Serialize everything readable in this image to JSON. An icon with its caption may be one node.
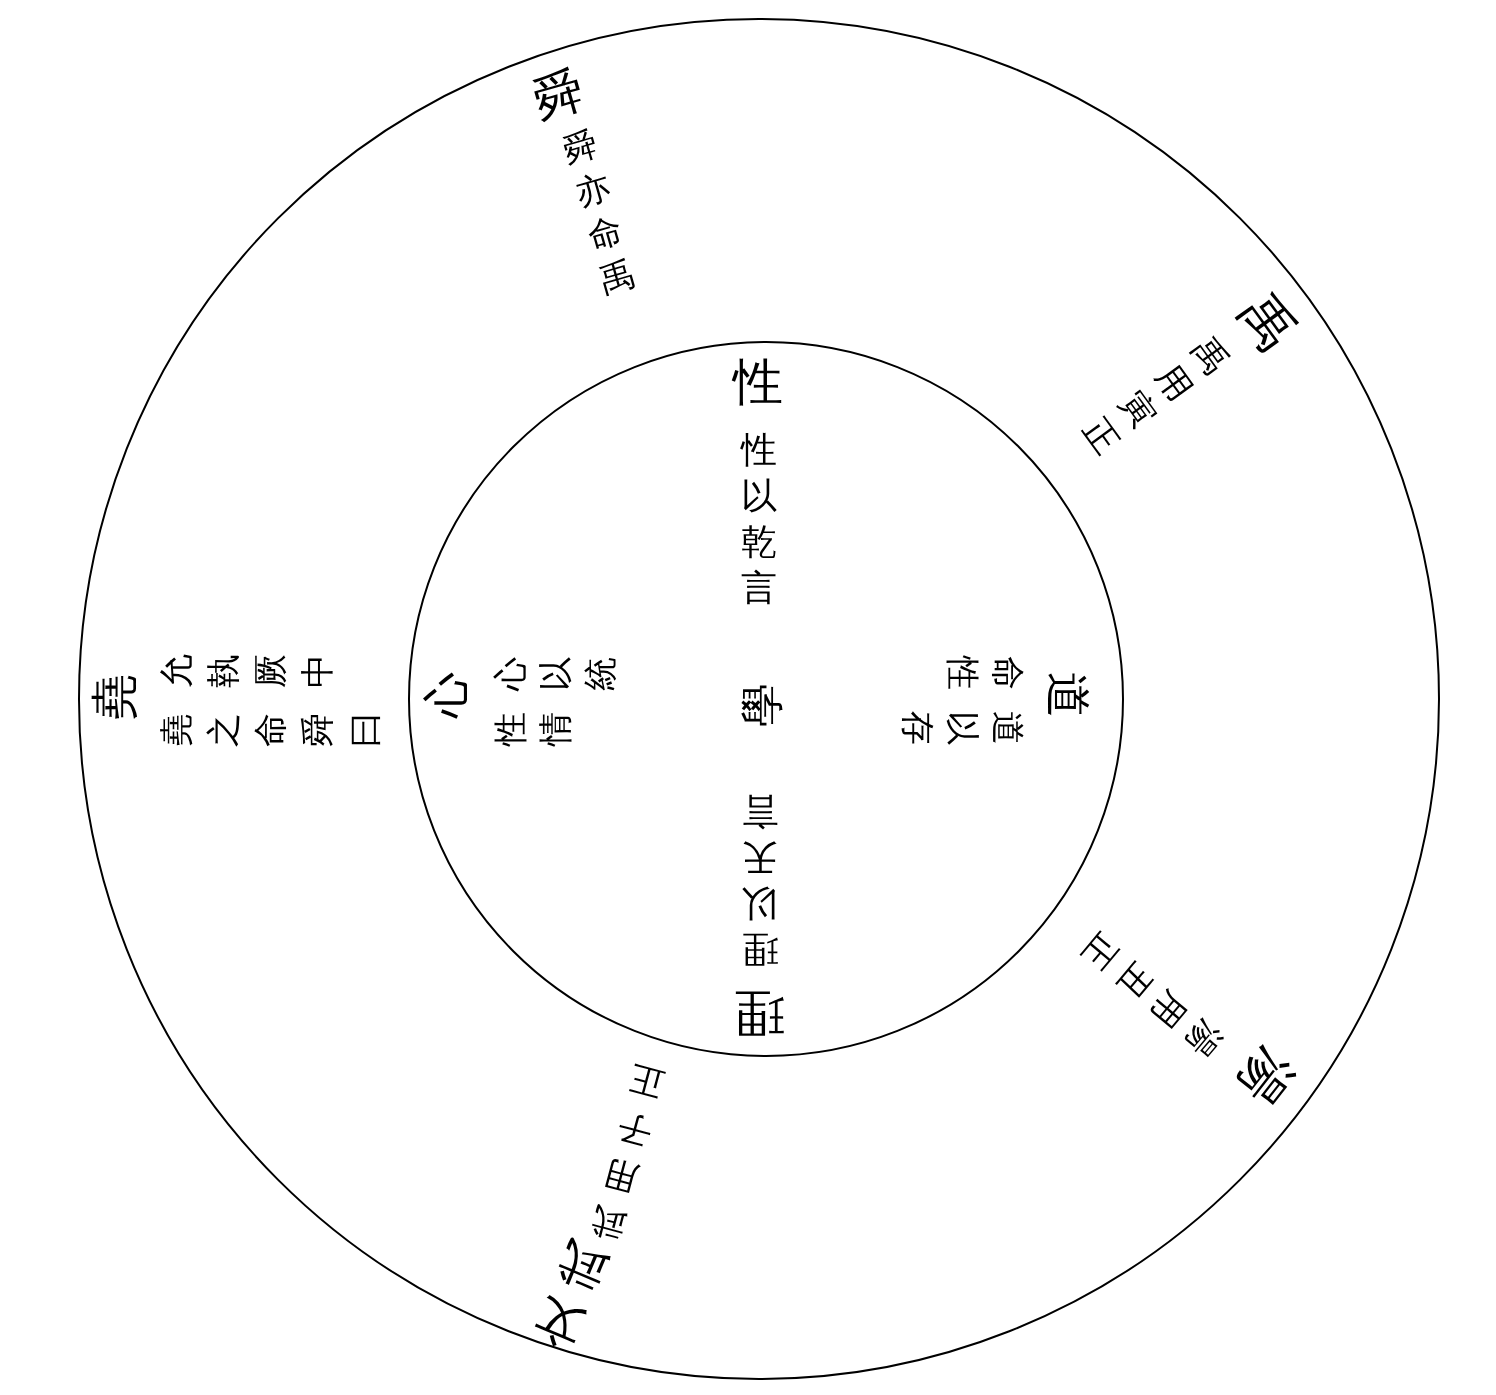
{
  "diagram": {
    "nodes": [
      {
        "text": [
          "堯",
          "堯之命舜曰允執厥中",
          "舜",
          "舜亦命禹",
          "禹",
          "禹用寅正",
          "湯",
          "湯用丑正",
          "文武",
          "武用子正"
        ]
      },
      {
        "text": [
          "性",
          "性以乾言",
          "心",
          "心以統性情",
          "學",
          "道",
          "道以存命性",
          "理",
          "理以天言"
        ],
        "in": 0
      }
    ]
  }
}
